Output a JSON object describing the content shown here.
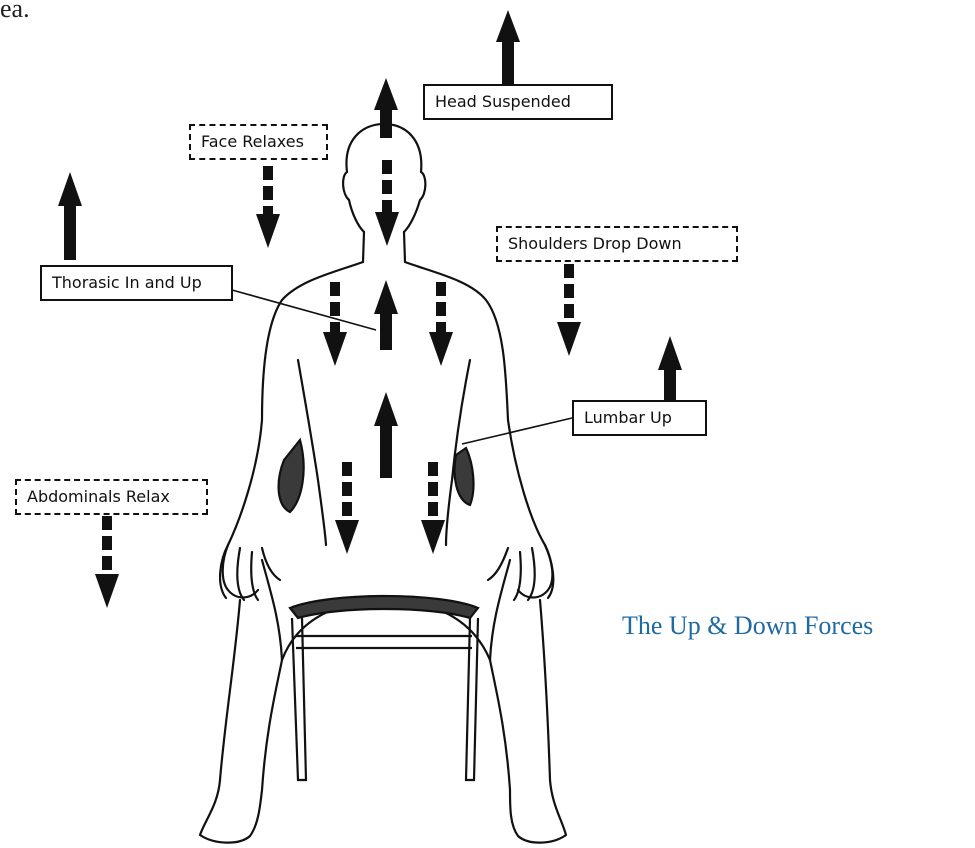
{
  "top_fragment": "ea.",
  "labels": {
    "head_suspended": "Head Suspended",
    "face_relaxes": "Face Relaxes",
    "shoulders_drop_down": "Shoulders Drop Down",
    "thorasic_in_and_up": "Thorasic In and Up",
    "lumbar_up": "Lumbar Up",
    "abdominals_relax": "Abdominals Relax"
  },
  "caption": "The Up & Down Forces",
  "colors": {
    "ink": "#111111",
    "caption": "#1f6aa0",
    "chair_shading": "#3a3a3a"
  },
  "legend_meaning": {
    "solid_arrow": "up",
    "dashed_arrow": "down"
  }
}
